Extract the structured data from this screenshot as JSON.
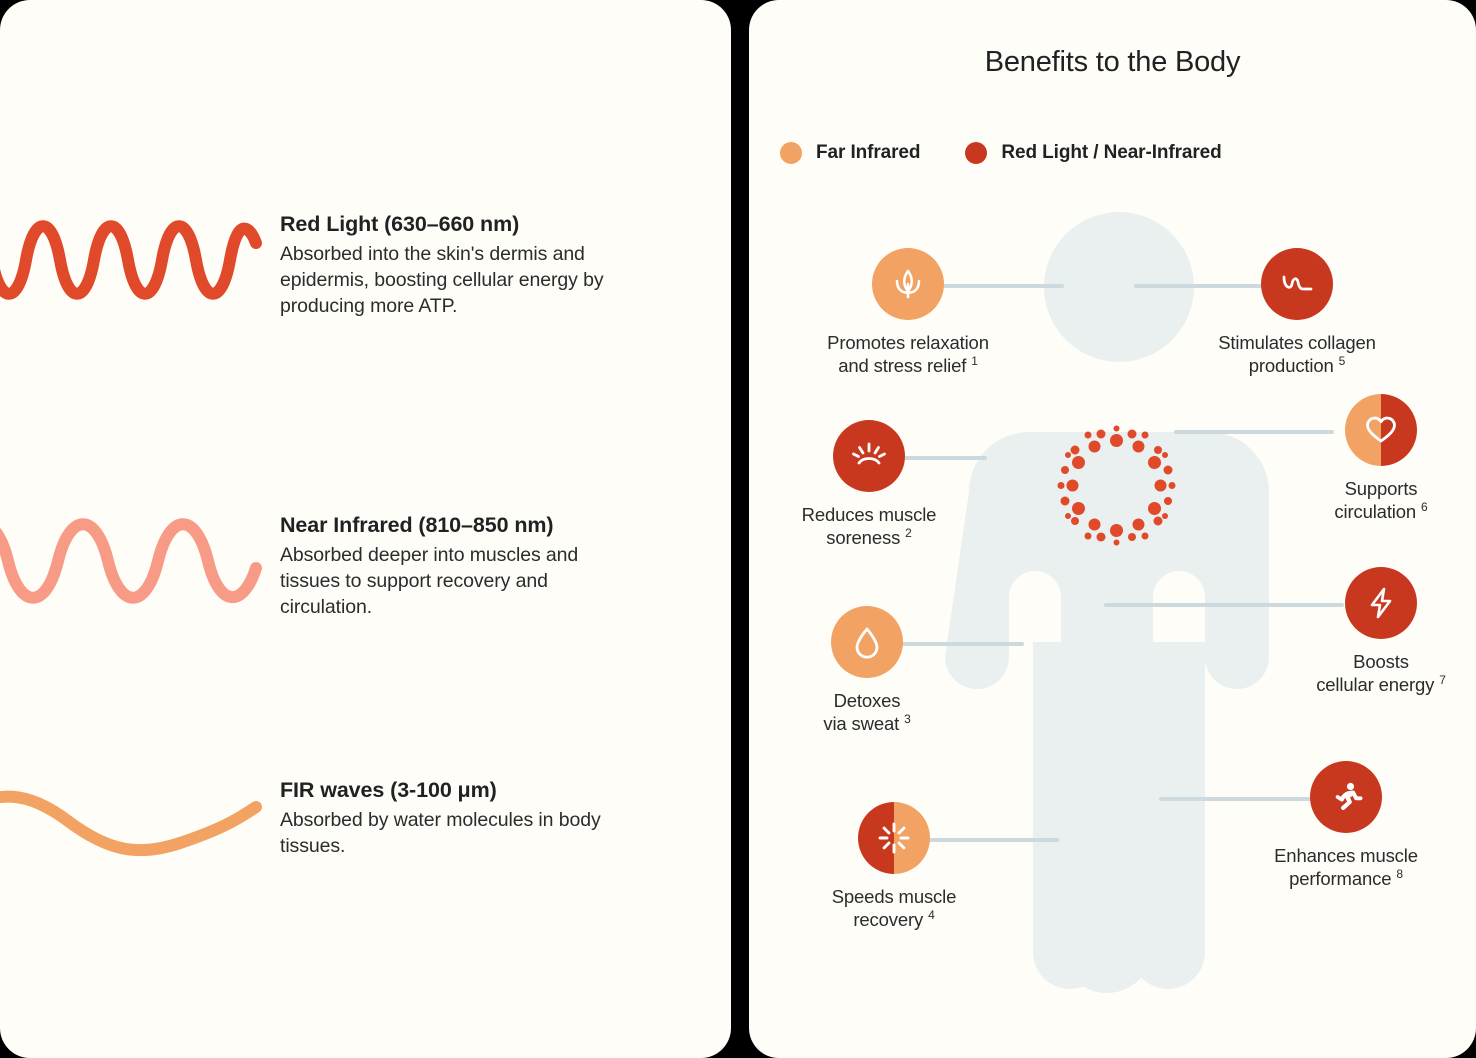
{
  "colors": {
    "background": "#000000",
    "card": "#fffdf7",
    "far_infrared": "#f2a263",
    "red_light": "#c8381f",
    "near_infrared_wave": "#f79b86",
    "red_wave": "#e04a2a",
    "body_silhouette": "#eaeff0",
    "connector": "#ccd9de",
    "text": "#1f2123",
    "dot_ring": "#e04a2a"
  },
  "left_panel": {
    "waves": [
      {
        "title": "Red Light (630–660 nm)",
        "description": "Absorbed into the skin's dermis and epidermis, boosting cellular energy by producing more ATP.",
        "wave_type": "high-frequency-sine",
        "color": "#e04a2a"
      },
      {
        "title": "Near Infrared (810–850 nm)",
        "description": "Absorbed deeper into muscles and tissues to support recovery and circulation.",
        "wave_type": "medium-frequency-sine",
        "color": "#f79b86"
      },
      {
        "title": "FIR waves (3-100 μm)",
        "description": "Absorbed by water molecules in body tissues.",
        "wave_type": "low-frequency-sine",
        "color": "#f2a263"
      }
    ]
  },
  "right_panel": {
    "title": "Benefits to the Body",
    "legend": [
      {
        "label": "Far Infrared",
        "color": "#f2a263"
      },
      {
        "label": "Red Light / Near-Infrared",
        "color": "#c8381f"
      }
    ],
    "benefits": [
      {
        "line1": "Promotes relaxation",
        "line2": "and stress relief",
        "footnote": "1",
        "icon": "leaf-icon",
        "fill": "far_infrared",
        "side": "left"
      },
      {
        "line1": "Reduces muscle",
        "line2": "soreness",
        "footnote": "2",
        "icon": "soreness-icon",
        "fill": "red_light",
        "side": "left"
      },
      {
        "line1": "Detoxes",
        "line2": "via sweat",
        "footnote": "3",
        "icon": "water-drop-icon",
        "fill": "far_infrared",
        "side": "left"
      },
      {
        "line1": "Speeds muscle",
        "line2": "recovery",
        "footnote": "4",
        "icon": "starburst-icon",
        "fill": "split-red-left",
        "side": "left"
      },
      {
        "line1": "Stimulates collagen",
        "line2": "production",
        "footnote": "5",
        "icon": "pulse-wave-icon",
        "fill": "red_light",
        "side": "right"
      },
      {
        "line1": "Supports",
        "line2": "circulation",
        "footnote": "6",
        "icon": "heart-icon",
        "fill": "split-orange-left",
        "side": "right"
      },
      {
        "line1": "Boosts",
        "line2": "cellular energy",
        "footnote": "7",
        "icon": "lightning-bolt-icon",
        "fill": "red_light",
        "side": "right"
      },
      {
        "line1": "Enhances muscle",
        "line2": "performance",
        "footnote": "8",
        "icon": "running-person-icon",
        "fill": "red_light",
        "side": "right"
      }
    ]
  }
}
